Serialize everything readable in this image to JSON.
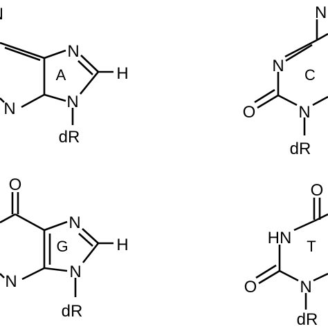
{
  "structures": [
    {
      "id": "adenine",
      "ring_label": "A",
      "atoms": {
        "n_top_left": "N",
        "n7": "N",
        "h8": "H",
        "n3": "N",
        "n9": "N",
        "sugar": "dR"
      }
    },
    {
      "id": "cytosine",
      "ring_label": "C",
      "atoms": {
        "amino": "NH",
        "n3": "N",
        "carbonyl_o": "O",
        "n1": "N",
        "sugar": "dR"
      }
    },
    {
      "id": "guanine",
      "ring_label": "G",
      "atoms": {
        "o6": "O",
        "n7": "N",
        "h8": "H",
        "n3": "N",
        "n9": "N",
        "sugar": "dR"
      }
    },
    {
      "id": "thymine",
      "ring_label": "T",
      "atoms": {
        "o4": "O",
        "hn3": "HN",
        "carbonyl_o": "O",
        "n1": "N",
        "sugar": "dR"
      }
    }
  ]
}
